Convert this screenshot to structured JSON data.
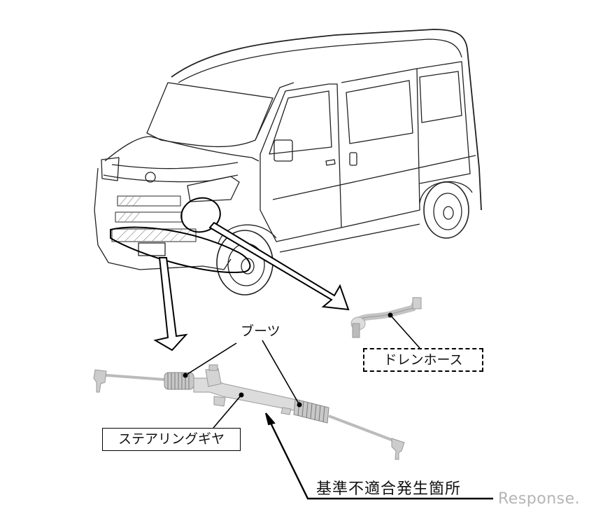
{
  "diagram": {
    "subject": "light-van-steering-recall",
    "labels": {
      "boots": "ブーツ",
      "drain_hose": "ドレンホース",
      "steering_gear": "ステアリングギヤ",
      "defect_location": "基準不適合発生箇所"
    },
    "watermark": "Response.",
    "colors": {
      "line": "#000000",
      "part_shade": "#cfcfcf",
      "watermark": "#b5b5b5"
    }
  }
}
